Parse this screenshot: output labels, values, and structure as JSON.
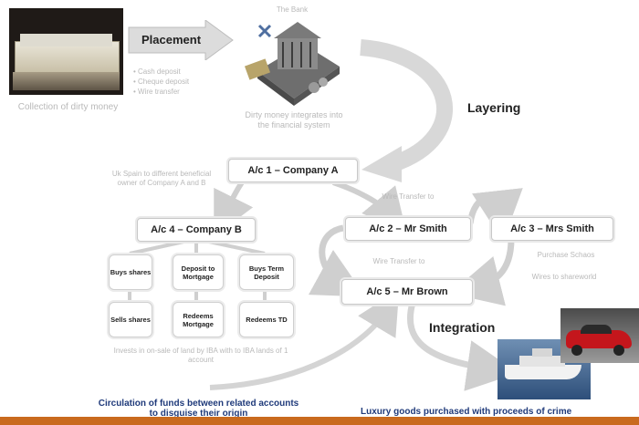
{
  "topnote": "The Bank",
  "placement": {
    "label": "Placement",
    "bullets": [
      "Cash deposit",
      "Cheque deposit",
      "Wire transfer"
    ]
  },
  "cash_caption": "Collection of dirty money",
  "bank_caption": "Dirty money integrates into the financial system",
  "layering": "Layering",
  "integration": "Integration",
  "accounts": {
    "a1": "A/c 1 – Company A",
    "a2": "A/c 2 – Mr Smith",
    "a3": "A/c 3 – Mrs Smith",
    "a4": "A/c 4 – Company B",
    "a5": "A/c 5 – Mr Brown"
  },
  "notes": {
    "uk_spain": "Uk Spain to different beneficial owner of Company A and B",
    "wire1": "Wire Transfer to",
    "wire2": "Wire Transfer to",
    "purchase1": "Purchase Schaos",
    "purchase2": "Wires to shareworld",
    "invest": "Invests in on-sale of land by IBA with to IBA lands of 1 account"
  },
  "actions": [
    {
      "label": "Buys shares"
    },
    {
      "label": "Deposit to Mortgage"
    },
    {
      "label": "Buys Term Deposit"
    },
    {
      "label": "Sells shares"
    },
    {
      "label": "Redeems Mortgage"
    },
    {
      "label": "Redeems TD"
    }
  ],
  "circulation": "Circulation of funds between related accounts to disguise their origin",
  "luxury": "Luxury goods purchased with proceeds of crime",
  "colors": {
    "circulation_text": "#1f3a7a",
    "bottom_bar": "#c96a1e",
    "gray_arrow": "#cfcfcf"
  }
}
